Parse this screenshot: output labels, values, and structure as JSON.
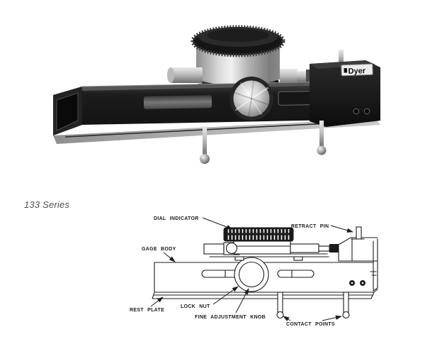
{
  "page": {
    "background": "#ffffff"
  },
  "series": {
    "label": "133 Series"
  },
  "photo": {
    "brand": "Dyer"
  },
  "diagram": {
    "labels": {
      "dial_indicator": "DIAL INDICATOR",
      "retract_pin": "RETRACT PIN",
      "gage_body": "GAGE BODY",
      "lock_nut": "LOCK NUT",
      "fine_adjustment_knob": "FINE ADJUSTMENT KNOB",
      "rest_plate": "REST PLATE",
      "contact_points": "CONTACT POINTS"
    },
    "ink_color": "#1b1b1b"
  },
  "colors": {
    "series_text": "#4f4f4f"
  }
}
